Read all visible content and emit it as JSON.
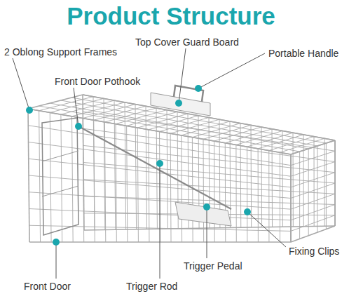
{
  "diagram": {
    "title": "Product Structure",
    "labels": [
      "2 Oblong Support Frames",
      "Top Cover Guard Board",
      "Portable Handle",
      "Front Door Pothook",
      "Fixing Clips",
      "Trigger Pedal",
      "Front Door",
      "Trigger Rod"
    ]
  }
}
